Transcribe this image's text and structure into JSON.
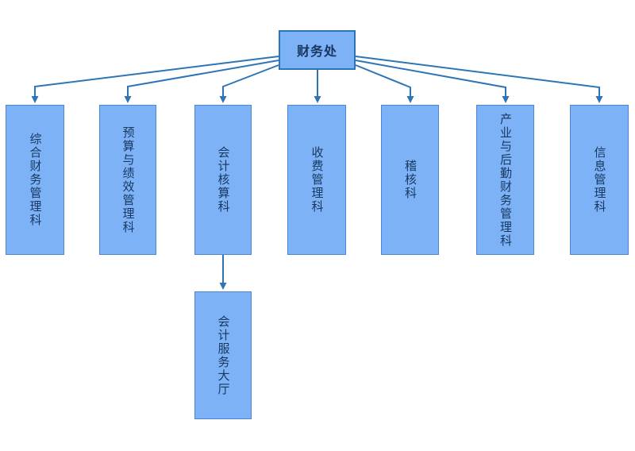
{
  "diagram": {
    "type": "org-chart",
    "root": {
      "label": "财务处"
    },
    "departments": [
      {
        "label": "综合财务管理科"
      },
      {
        "label": "预算与绩效管理科"
      },
      {
        "label": "会计核算科"
      },
      {
        "label": "收费管理科"
      },
      {
        "label": "稽核科"
      },
      {
        "label": "产业与后勤财务管理科"
      },
      {
        "label": "信息管理科"
      }
    ],
    "sub_departments": [
      {
        "label": "会计服务大厅",
        "parent": "会计核算科"
      }
    ],
    "edges": [
      {
        "from": "财务处",
        "to": "综合财务管理科"
      },
      {
        "from": "财务处",
        "to": "预算与绩效管理科"
      },
      {
        "from": "财务处",
        "to": "会计核算科"
      },
      {
        "from": "财务处",
        "to": "收费管理科"
      },
      {
        "from": "财务处",
        "to": "稽核科"
      },
      {
        "from": "财务处",
        "to": "产业与后勤财务管理科"
      },
      {
        "from": "财务处",
        "to": "信息管理科"
      },
      {
        "from": "会计核算科",
        "to": "会计服务大厅"
      }
    ],
    "colors": {
      "node_fill": "#7EB2F7",
      "node_border": "#4A86D8",
      "root_border": "#2E75B6",
      "connector": "#2E75B6",
      "text": "#17375E",
      "background": "#FFFFFF"
    }
  }
}
